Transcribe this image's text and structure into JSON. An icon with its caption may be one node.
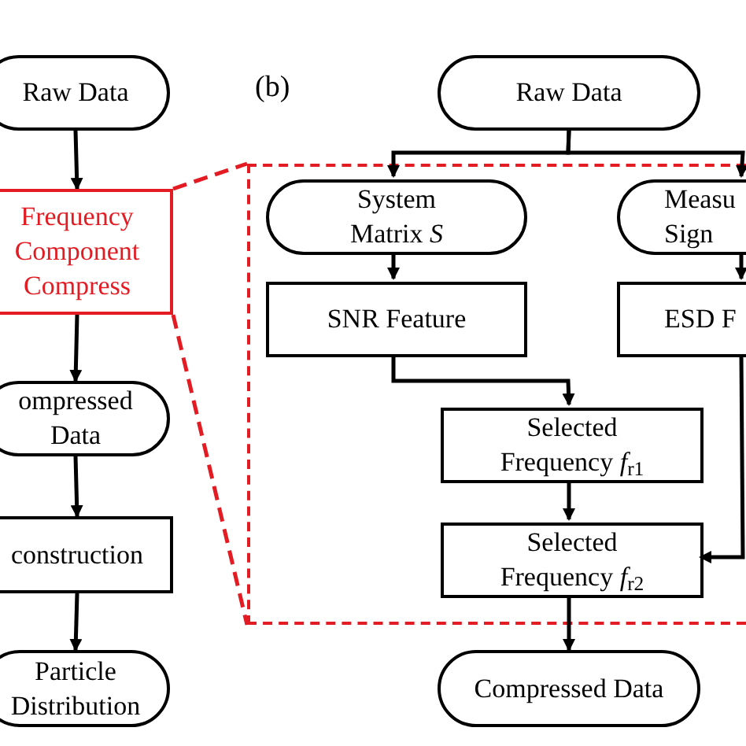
{
  "diagram": {
    "nodes": [
      {
        "text": [
          "Raw Data"
        ]
      },
      {
        "text": [
          "Frequency Component Compress"
        ]
      },
      {
        "text": [
          "ompressed Data"
        ]
      },
      {
        "text": [
          "construction"
        ]
      },
      {
        "text": [
          "Particle Distribution"
        ]
      },
      {
        "text": [],
        "shape": "box"
      },
      {
        "text": [
          "Raw Data"
        ]
      },
      {
        "text": [
          "System Matrix *S*"
        ],
        "in": 5
      },
      {
        "text": [
          "Measu Sign"
        ],
        "in": 5
      },
      {
        "text": [
          "SNR Feature"
        ],
        "in": 5
      },
      {
        "text": [
          "ESD F"
        ],
        "in": 5
      },
      {
        "text": [
          "Selected Frequency *f*$_{r1}$"
        ],
        "in": 5
      },
      {
        "text": [
          "Selected Frequency *f*$_{r2}$"
        ],
        "in": 5
      },
      {
        "text": [
          "Compressed Data"
        ]
      }
    ],
    "edges": [
      {
        "from": 0,
        "to": 1,
        "arrow": "to"
      },
      {
        "from": 1,
        "to": 2,
        "arrow": "to"
      },
      {
        "from": 2,
        "to": 3,
        "arrow": "to"
      },
      {
        "from": 3,
        "to": 4,
        "arrow": "to"
      },
      {
        "from": 1,
        "to": 5,
        "arrow": "none",
        "style": "dashed",
        "color": "#e31c23"
      },
      {
        "from": 1,
        "to": 5,
        "arrow": "none",
        "style": "dashed",
        "color": "#e31c23"
      },
      {
        "from": 6,
        "to": 7,
        "arrow": "to"
      },
      {
        "from": 6,
        "to": 8,
        "arrow": "to"
      },
      {
        "from": 7,
        "to": 9,
        "arrow": "to"
      },
      {
        "from": 8,
        "to": 10,
        "arrow": "to"
      },
      {
        "from": 9,
        "to": 11,
        "arrow": "to"
      },
      {
        "from": 10,
        "to": 12,
        "arrow": "to"
      },
      {
        "from": 11,
        "to": 12,
        "arrow": "to"
      },
      {
        "from": 12,
        "to": 13,
        "arrow": "to"
      }
    ],
    "labels": [
      "(b)"
    ]
  }
}
